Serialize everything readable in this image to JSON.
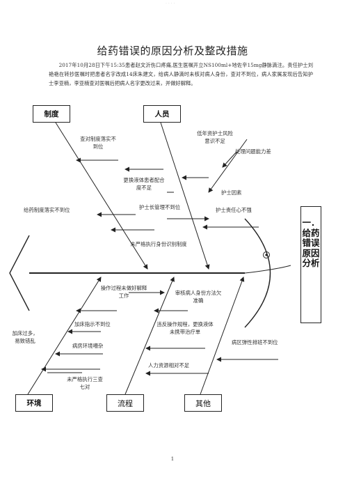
{
  "header_mark": "· · · ·",
  "title": "给药错误的原因分析及整改措施",
  "intro": "2017年10月28日下午15:35患者赵文沂伤口疼痛,医生医嘱开立NS100ml+地佐辛15mg静脉滴注。责任护士刘艳艳在转抄医嘱时把患者名字改成14床朱建文，给病人静滴时未核对病人身份，查对不到位，病人家属发现后告知护士李亚楠，李亚楠查对医嘱后把病人名字更改过来，并做好解释。",
  "categories": {
    "policy": "制度",
    "staff": "人员",
    "environment": "环境",
    "process": "流程",
    "other": "其他"
  },
  "section_title": "一．给药错误原因分析",
  "causes": {
    "c1": "查对制度落实不到位",
    "c2": "更换液体患者配合度不足",
    "c3": "给药制度落实不到位",
    "c4": "护士长管理不到位",
    "c5": "未严格执行身份识别制度",
    "c6": "低年资护士风险意识不足",
    "c7": "处理问题能力差",
    "c8": "护士因素",
    "c9": "护士责任心不强",
    "c10": "操作过程未做好解释工作",
    "c11": "加床过多，易致错乱",
    "c12": "加床指示不到位",
    "c13": "病房环境嘈杂",
    "c14": "未严格执行三查七对",
    "c15": "审核病人身份方法欠准确",
    "c16": "违反操作规程，更换液体未携带治疗单",
    "c17": "人力资源相对不足",
    "c18": "病区弹性排班不到位"
  },
  "page_number": "1",
  "colors": {
    "line": "#222222",
    "text": "#333333"
  }
}
